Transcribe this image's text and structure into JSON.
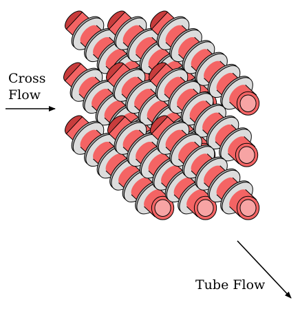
{
  "labels": {
    "cross_flow_line1": "Cross",
    "cross_flow_line2": "Flow",
    "tube_flow": "Tube Flow"
  },
  "colors": {
    "tube_body": "#f46464",
    "tube_shade": "#c83c3c",
    "tube_bore": "#f7a4a4",
    "fin_face": "#dcdcdc",
    "fin_rim": "#a8a8a8",
    "outline": "#000000",
    "arrow": "#000000"
  },
  "bank": {
    "columns": 3,
    "layers": 3,
    "fins_per_tube": 6
  }
}
